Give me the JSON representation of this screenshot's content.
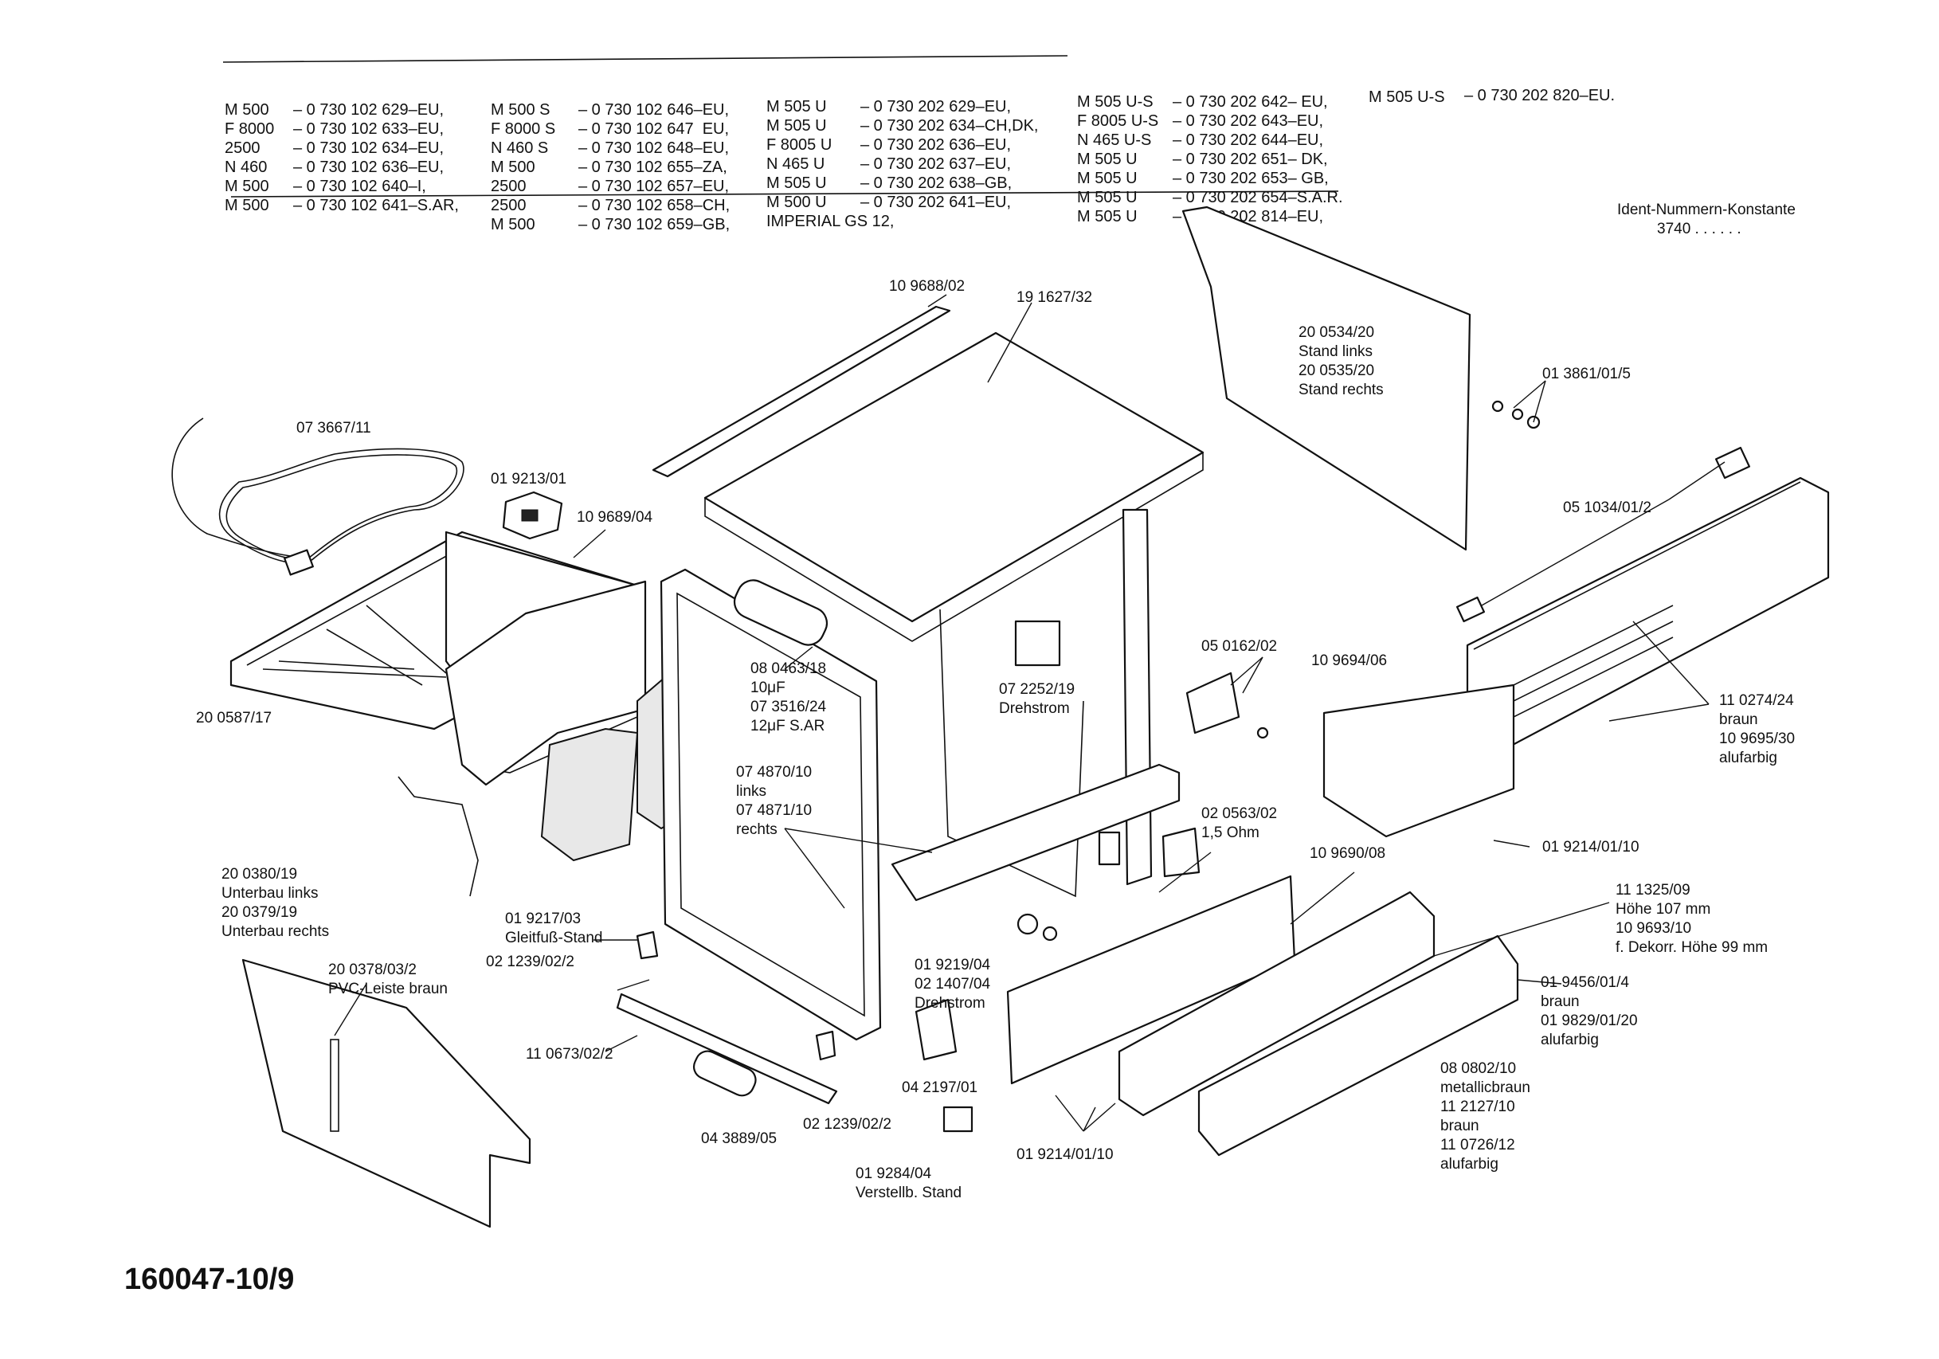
{
  "header": {
    "columns": [
      {
        "models": [
          "M 500",
          "F 8000",
          "2500",
          "N 460",
          "M 500",
          "M 500"
        ],
        "numbers": [
          "– 0 730 102 629–EU,",
          "– 0 730 102 633–EU,",
          "– 0 730 102 634–EU,",
          "– 0 730 102 636–EU,",
          "– 0 730 102 640–I,",
          "– 0 730 102 641–S.AR,"
        ]
      },
      {
        "models": [
          "M 500 S",
          "F 8000 S",
          "N 460 S",
          "M 500",
          "2500",
          "2500",
          "M 500"
        ],
        "numbers": [
          "– 0 730 102 646–EU,",
          "– 0 730 102 647  EU,",
          "– 0 730 102 648–EU,",
          "– 0 730 102 655–ZA,",
          "– 0 730 102 657–EU,",
          "– 0 730 102 658–CH,",
          "– 0 730 102 659–GB,"
        ]
      },
      {
        "models": [
          "M 505 U",
          "M 505 U",
          "F 8005 U",
          "N 465 U",
          "M 505 U",
          "M 500 U",
          "IMPERIAL GS 12,"
        ],
        "numbers": [
          "– 0 730 202 629–EU,",
          "– 0 730 202 634–CH,DK,",
          "– 0 730 202 636–EU,",
          "– 0 730 202 637–EU,",
          "– 0 730 202 638–GB,",
          "– 0 730 202 641–EU,",
          ""
        ]
      },
      {
        "models": [
          "M 505 U-S",
          "F 8005 U-S",
          "N 465 U-S",
          "M 505 U",
          "M 505 U",
          "M 505 U",
          "M 505 U"
        ],
        "numbers": [
          "– 0 730 202 642– EU,",
          "– 0 730 202 643–EU,",
          "– 0 730 202 644–EU,",
          "– 0 730 202 651– DK,",
          "– 0 730 202 653– GB,",
          "– 0 730 202 654–S.A.R.",
          "– 0 730 202 814–EU,"
        ]
      },
      {
        "models": [
          "M 505 U-S"
        ],
        "numbers": [
          "– 0 730 202 820–EU."
        ]
      }
    ]
  },
  "ident": {
    "label": "Ident-Nummern-Konstante",
    "value": "3740  . .   . . . ."
  },
  "callouts": {
    "c_073667": "07 3667/11",
    "c_019213": "01 9213/01",
    "c_109689": "10 9689/04",
    "c_200587": "20 0587/17",
    "c_109688": "10 9688/02",
    "c_191627": "19 1627/32",
    "c_200534": "20 0534/20",
    "c_200534_note": "Stand links",
    "c_200535": "20 0535/20",
    "c_200535_note": "Stand rechts",
    "c_013861": "01 3861/01/5",
    "c_051034": "05 1034/01/2",
    "c_080463": "08 0463/18",
    "c_080463_note": "10μF",
    "c_073516": "07 3516/24",
    "c_073516_note": "12μF  S.AR",
    "c_072252": "07 2252/19",
    "c_072252_note": "Drehstrom",
    "c_050162": "05 0162/02",
    "c_109694": "10 9694/06",
    "c_110274": "11 0274/24",
    "c_110274_note": "braun",
    "c_109695": "10 9695/30",
    "c_109695_note": "alufarbig",
    "c_074870": "07 4870/10",
    "c_074870_note": "links",
    "c_074871": "07 4871/10",
    "c_074871_note": "rechts",
    "c_020563": "02 0563/02",
    "c_020563_note": "1,5 Ohm",
    "c_019214_a": "01 9214/01/10",
    "c_109690": "10 9690/08",
    "c_111325": "11 1325/09",
    "c_111325_note": "Höhe 107 mm",
    "c_109693": "10 9693/10",
    "c_109693_note": "f. Dekorr. Höhe 99 mm",
    "c_200380": "20 0380/19",
    "c_200380_note": "Unterbau links",
    "c_200379": "20 0379/19",
    "c_200379_note": "Unterbau rechts",
    "c_019217": "01 9217/03",
    "c_019217_note": "Gleitfuß-Stand",
    "c_021239_a": "02 1239/02/2",
    "c_200378": "20 0378/03/2",
    "c_200378_note": "PVC-Leiste braun",
    "c_019219": "01 9219/04",
    "c_021407": "02 1407/04",
    "c_021407_note": "Drehstrom",
    "c_019456": "01 9456/01/4",
    "c_019456_note": "braun",
    "c_019829": "01 9829/01/20",
    "c_019829_note": "alufarbig",
    "c_110673": "11 0673/02/2",
    "c_042197": "04 2197/01",
    "c_080802": "08 0802/10",
    "c_080802_note": "metallicbraun",
    "c_112127": "11 2127/10",
    "c_112127_note": "braun",
    "c_110726": "11 0726/12",
    "c_110726_note": "alufarbig",
    "c_043889": "04 3889/05",
    "c_021239_b": "02 1239/02/2",
    "c_019284": "01 9284/04",
    "c_019284_note": "Verstellb. Stand",
    "c_019214_b": "01 9214/01/10"
  },
  "document_number": "160047-10/9"
}
